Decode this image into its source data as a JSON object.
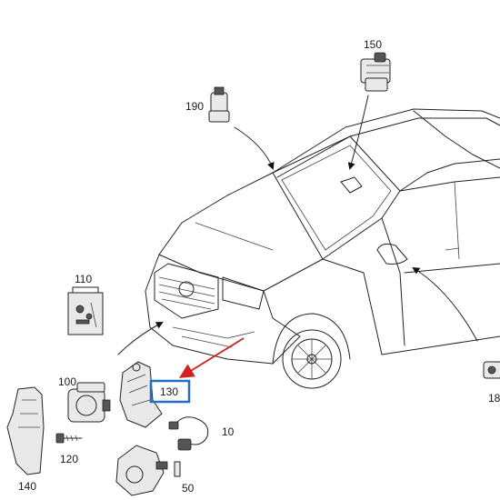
{
  "labels": {
    "p150": "150",
    "p190": "190",
    "p110": "110",
    "p100": "100",
    "p130": "130",
    "p120": "120",
    "p140": "140",
    "p10": "10",
    "p50": "50",
    "p18": "18"
  },
  "highlight": {
    "box_color": "#1f6fc5",
    "arrow_color": "#d42020"
  }
}
